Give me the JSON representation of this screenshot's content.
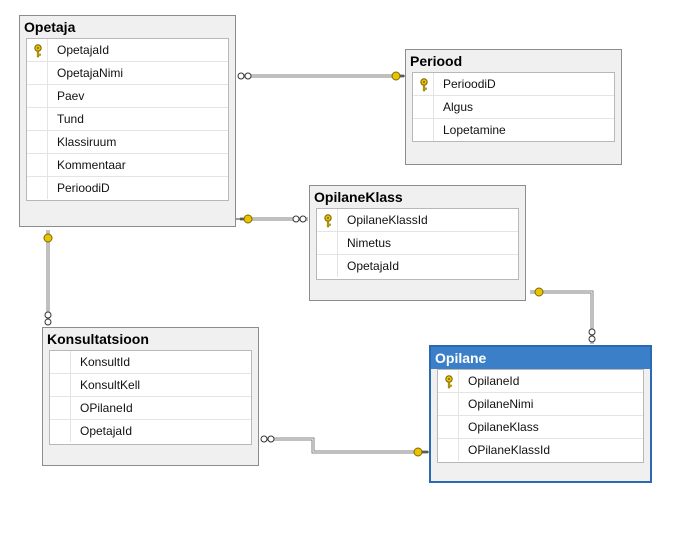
{
  "tables": {
    "opetaja": {
      "title": "Opetaja",
      "columns": [
        {
          "name": "OpetajaId",
          "key": true
        },
        {
          "name": "OpetajaNimi",
          "key": false
        },
        {
          "name": "Paev",
          "key": false
        },
        {
          "name": "Tund",
          "key": false
        },
        {
          "name": "Klassiruum",
          "key": false
        },
        {
          "name": "Kommentaar",
          "key": false
        },
        {
          "name": "PerioodiD",
          "key": false
        }
      ]
    },
    "periood": {
      "title": "Periood",
      "columns": [
        {
          "name": "PerioodiD",
          "key": true
        },
        {
          "name": "Algus",
          "key": false
        },
        {
          "name": "Lopetamine",
          "key": false
        }
      ]
    },
    "opilaneklass": {
      "title": "OpilaneKlass",
      "columns": [
        {
          "name": "OpilaneKlassId",
          "key": true
        },
        {
          "name": "Nimetus",
          "key": false
        },
        {
          "name": "OpetajaId",
          "key": false
        }
      ]
    },
    "konsultatsioon": {
      "title": "Konsultatsioon",
      "columns": [
        {
          "name": "KonsultId",
          "key": false
        },
        {
          "name": "KonsultKell",
          "key": false
        },
        {
          "name": "OPilaneId",
          "key": false
        },
        {
          "name": "OpetajaId",
          "key": false
        }
      ]
    },
    "opilane": {
      "title": "Opilane",
      "selected": true,
      "columns": [
        {
          "name": "OpilaneId",
          "key": true
        },
        {
          "name": "OpilaneNimi",
          "key": false
        },
        {
          "name": "OpilaneKlass",
          "key": false
        },
        {
          "name": "OPilaneKlassId",
          "key": false
        }
      ]
    }
  },
  "relationships": [
    {
      "from": "Opetaja",
      "to": "Periood",
      "many_end": "Opetaja",
      "one_end": "Periood"
    },
    {
      "from": "Opetaja",
      "to": "OpilaneKlass",
      "many_end": "OpilaneKlass",
      "one_end": "Opetaja"
    },
    {
      "from": "Opetaja",
      "to": "Konsultatsioon",
      "many_end": "Konsultatsioon",
      "one_end": "Opetaja"
    },
    {
      "from": "OpilaneKlass",
      "to": "Opilane",
      "many_end": "Opilane",
      "one_end": "OpilaneKlass"
    },
    {
      "from": "Konsultatsioon",
      "to": "Opilane",
      "many_end": "Konsultatsioon",
      "one_end": "Opilane"
    }
  ],
  "colors": {
    "key_icon": "#e8c400",
    "selected_header": "#3b7fc9",
    "relationship_line": "#808080"
  }
}
